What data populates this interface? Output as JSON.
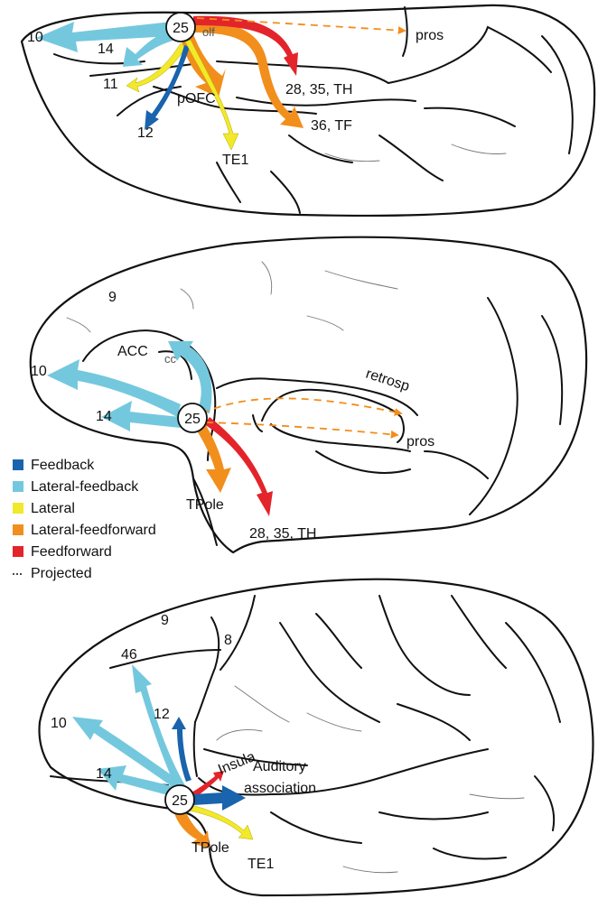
{
  "colors": {
    "feedback": "#1a63ad",
    "lateral_feedback": "#74c8de",
    "lateral": "#f1e92a",
    "lateral_feedforward": "#f28e1c",
    "feedforward": "#e3242b"
  },
  "legend": [
    {
      "label": "Feedback",
      "color": "#1a63ad"
    },
    {
      "label": "Lateral-feedback",
      "color": "#74c8de"
    },
    {
      "label": "Lateral",
      "color": "#f1e92a"
    },
    {
      "label": "Lateral-feedforward",
      "color": "#f28e1c"
    },
    {
      "label": "Feedforward",
      "color": "#e3242b"
    },
    {
      "label": "Projected",
      "line": "dotted"
    }
  ],
  "panel1": {
    "node": "25",
    "labels": {
      "a10": "10",
      "a14": "14",
      "a11": "11",
      "a12": "12",
      "olf": "olf",
      "pofc": "pOFC",
      "te1": "TE1",
      "ent": "28, 35, TH",
      "tf": "36, TF",
      "pros": "pros"
    }
  },
  "panel2": {
    "node": "25",
    "labels": {
      "a9": "9",
      "acc": "ACC",
      "cc": "cc",
      "a10": "10",
      "a14": "14",
      "retrosp": "retrosp",
      "pros": "pros",
      "tpole": "TPole",
      "ent": "28, 35, TH"
    }
  },
  "panel3": {
    "node": "25",
    "labels": {
      "a9": "9",
      "a8": "8",
      "a46": "46",
      "a10": "10",
      "a12": "12",
      "a14": "14",
      "insula": "Insula",
      "aud1": "Auditory",
      "aud2": "association",
      "tpole": "TPole",
      "te1": "TE1"
    }
  }
}
